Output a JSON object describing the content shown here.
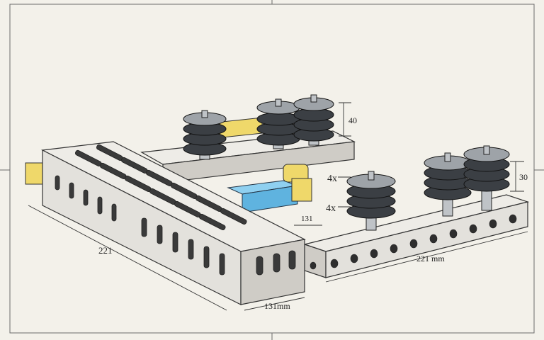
{
  "annotations": {
    "dim_height_top": "40",
    "dim_height_right": "30",
    "count_a": "4x",
    "count_b": "4x",
    "dim_mid": "131",
    "dim_left_length": "221",
    "dim_bottom_width": "131mm",
    "dim_right_length": "221 mm"
  },
  "colors": {
    "paper": "#f3f1ea",
    "accent_yellow": "#efd86a",
    "accent_blue": "#5fb3df",
    "line": "#333333"
  }
}
